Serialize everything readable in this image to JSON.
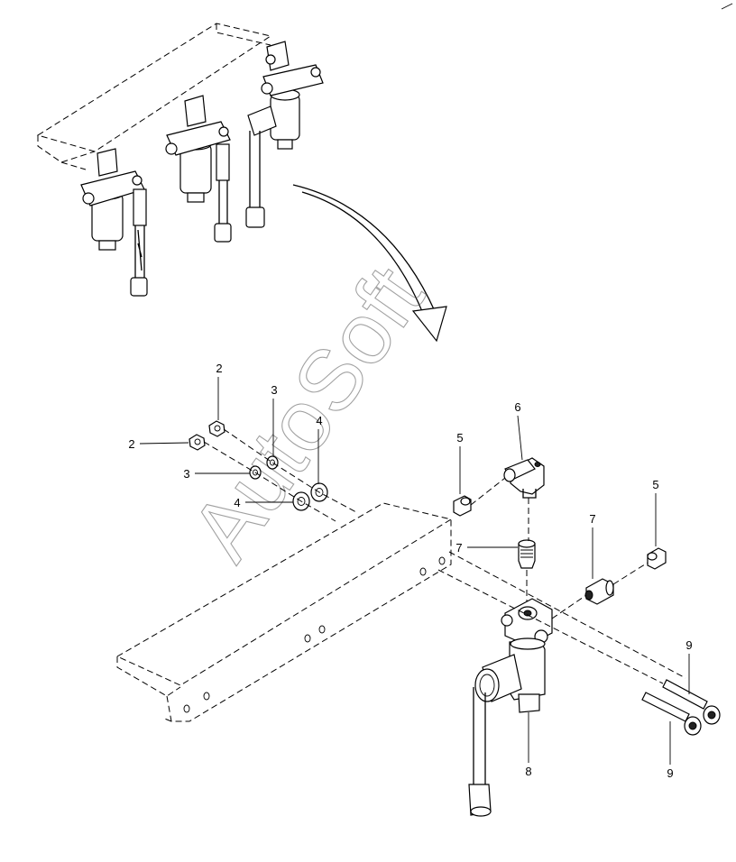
{
  "watermark": "AutoSoft",
  "callouts": [
    {
      "id": "c2a",
      "label": "2"
    },
    {
      "id": "c2b",
      "label": "2"
    },
    {
      "id": "c3a",
      "label": "3"
    },
    {
      "id": "c3b",
      "label": "3"
    },
    {
      "id": "c4a",
      "label": "4"
    },
    {
      "id": "c4b",
      "label": "4"
    },
    {
      "id": "c5a",
      "label": "5"
    },
    {
      "id": "c5b",
      "label": "5"
    },
    {
      "id": "c6",
      "label": "6"
    },
    {
      "id": "c7a",
      "label": "7"
    },
    {
      "id": "c7b",
      "label": "7"
    },
    {
      "id": "c8",
      "label": "8"
    },
    {
      "id": "c9a",
      "label": "9"
    },
    {
      "id": "c9b",
      "label": "9"
    }
  ]
}
